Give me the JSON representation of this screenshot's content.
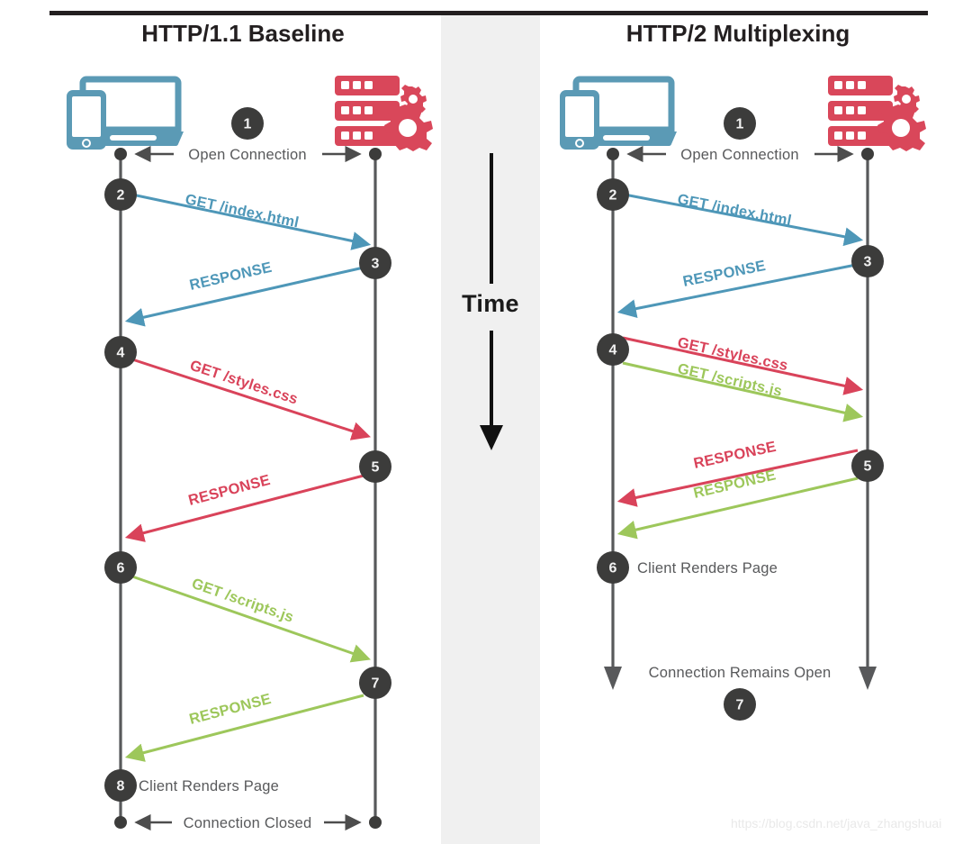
{
  "figure": {
    "left_panel_title": "HTTP/1.1 Baseline",
    "right_panel_title": "HTTP/2 Multiplexing",
    "time_axis_label": "Time",
    "watermark": "https://blog.csdn.net/java_zhangshuai"
  },
  "colors": {
    "client_icon": "#5b9ab5",
    "server_icon": "#d9475a",
    "blue_message": "#4e97b8",
    "red_message": "#d9435a",
    "green_message": "#9dc75b",
    "lifeline": "#58595b",
    "step_badge": "#3c3c3b",
    "time_band": "#f0f0f0",
    "title_text": "#231f20",
    "note_text": "#58595b"
  },
  "icons": {
    "client": "client-devices-icon",
    "server": "server-rack-gears-icon"
  },
  "left_panel": {
    "name": "http11-baseline-sequence",
    "open_connection_label": "Open Connection",
    "close_connection_label": "Connection Closed",
    "render_note": "Client Renders Page",
    "steps": [
      {
        "n": "1",
        "kind": "badge-open-connection"
      },
      {
        "n": "2",
        "kind": "client-send"
      },
      {
        "n": "3",
        "kind": "server-receive"
      },
      {
        "n": "4",
        "kind": "client-receive"
      },
      {
        "n": "5",
        "kind": "server-receive"
      },
      {
        "n": "6",
        "kind": "client-send"
      },
      {
        "n": "7",
        "kind": "server-receive"
      },
      {
        "n": "8",
        "kind": "client-render"
      }
    ],
    "messages": [
      {
        "label": "GET /index.html",
        "color": "blue",
        "direction": "to-server"
      },
      {
        "label": "RESPONSE",
        "color": "blue",
        "direction": "to-client"
      },
      {
        "label": "GET /styles.css",
        "color": "red",
        "direction": "to-server"
      },
      {
        "label": "RESPONSE",
        "color": "red",
        "direction": "to-client"
      },
      {
        "label": "GET /scripts.js",
        "color": "green",
        "direction": "to-server"
      },
      {
        "label": "RESPONSE",
        "color": "green",
        "direction": "to-client"
      }
    ]
  },
  "right_panel": {
    "name": "http2-multiplexing-sequence",
    "open_connection_label": "Open Connection",
    "remains_open_label": "Connection Remains Open",
    "render_note": "Client Renders Page",
    "steps": [
      {
        "n": "1",
        "kind": "badge-open-connection"
      },
      {
        "n": "2",
        "kind": "client-send"
      },
      {
        "n": "3",
        "kind": "server-receive"
      },
      {
        "n": "4",
        "kind": "client-receive-and-send"
      },
      {
        "n": "5",
        "kind": "server-respond"
      },
      {
        "n": "6",
        "kind": "client-render"
      },
      {
        "n": "7",
        "kind": "badge-connection-open"
      }
    ],
    "messages": [
      {
        "label": "GET /index.html",
        "color": "blue",
        "direction": "to-server"
      },
      {
        "label": "RESPONSE",
        "color": "blue",
        "direction": "to-client"
      },
      {
        "label": "GET /styles.css",
        "color": "red",
        "direction": "to-server"
      },
      {
        "label": "GET /scripts.js",
        "color": "green",
        "direction": "to-server"
      },
      {
        "label": "RESPONSE",
        "color": "red",
        "direction": "to-client"
      },
      {
        "label": "RESPONSE",
        "color": "green",
        "direction": "to-client"
      }
    ]
  }
}
